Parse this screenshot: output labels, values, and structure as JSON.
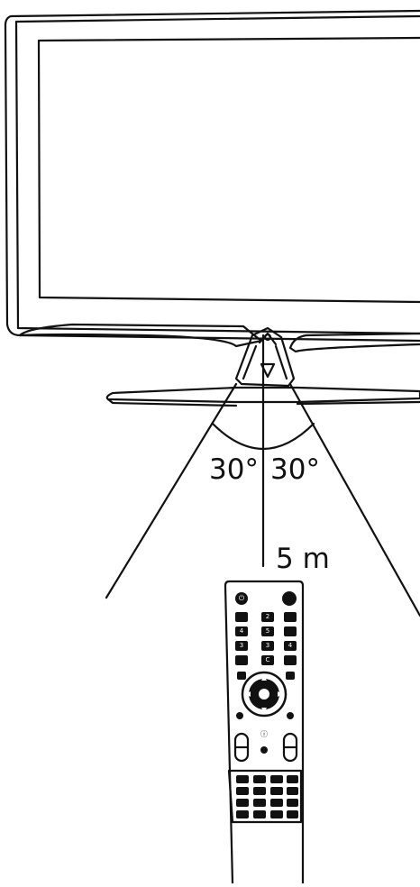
{
  "diagram": {
    "angle_left_label": "30°",
    "angle_right_label": "30°",
    "distance_label": "5 m"
  },
  "remote": {
    "power_symbol": "⏻",
    "keys": [
      "2",
      "4",
      "5",
      "3",
      "3",
      "4",
      "C"
    ],
    "info_symbol": "ⓘ"
  },
  "colors": {
    "line": "#111111",
    "background": "#ffffff"
  },
  "icons": [
    "power-icon",
    "dpad-icon",
    "arrow-up-icon",
    "arrow-down-icon",
    "arrow-left-icon",
    "arrow-right-icon"
  ]
}
